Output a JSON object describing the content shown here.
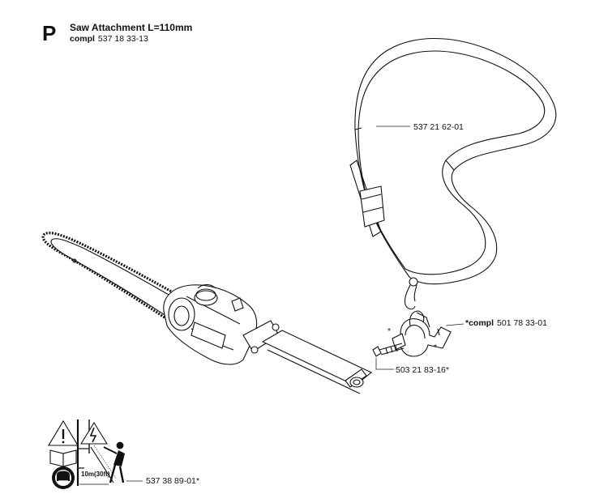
{
  "header": {
    "section_letter": "P",
    "title": "Saw Attachment L=110mm",
    "compl_word": "compl",
    "compl_number": "537 18 33-13"
  },
  "parts": {
    "strap": "537 21 62-01",
    "clamp_prefix": "*compl",
    "clamp_number": "501 78 33-01",
    "screw": "503 21 83-16*",
    "decal": "537 38 89-01*",
    "asterisk": "*"
  },
  "decal": {
    "distance_text": "10m(30ft)"
  }
}
